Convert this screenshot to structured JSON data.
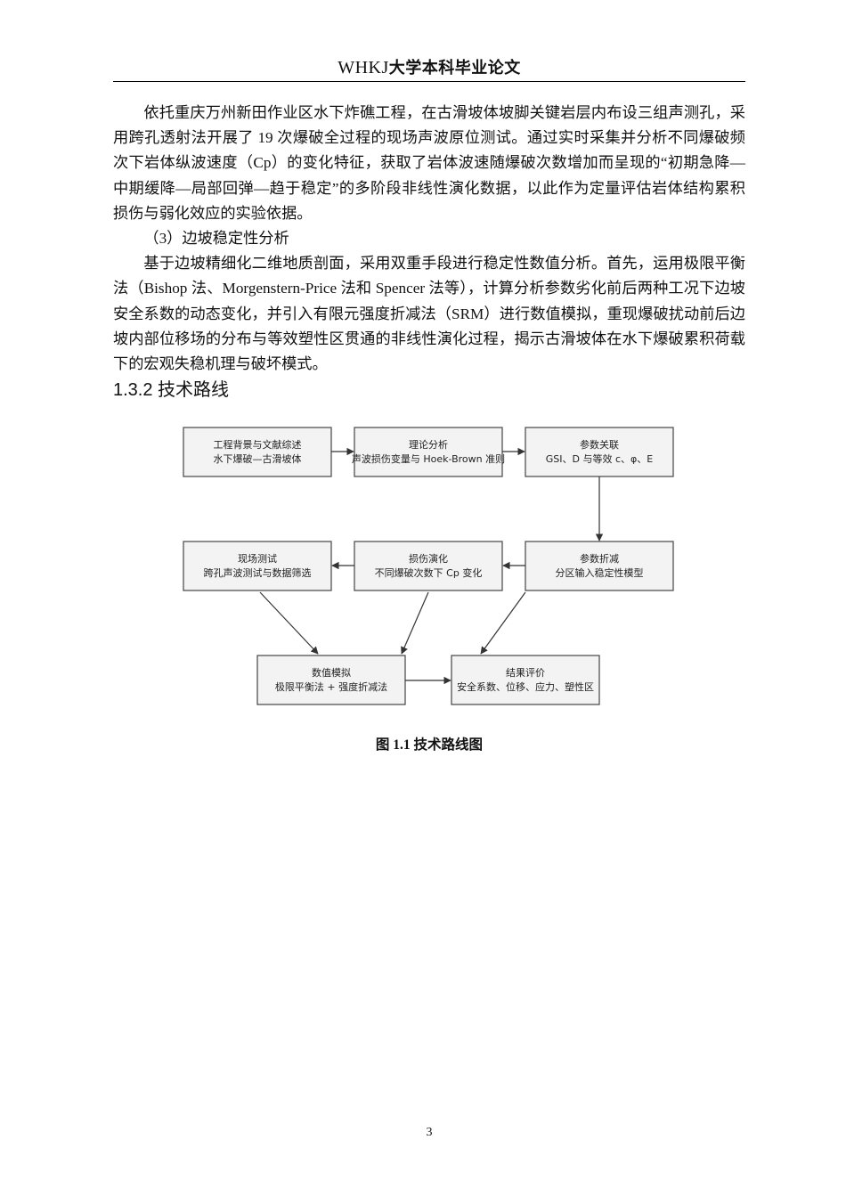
{
  "header": {
    "title_latin": "WHKJ",
    "title_cn": "大学本科毕业论文"
  },
  "body": {
    "para1": "依托重庆万州新田作业区水下炸礁工程，在古滑坡体坡脚关键岩层内布设三组声测孔，采用跨孔透射法开展了 19 次爆破全过程的现场声波原位测试。通过实时采集并分析不同爆破频次下岩体纵波速度（Cp）的变化特征，获取了岩体波速随爆破次数增加而呈现的“初期急降—中期缓降—局部回弹—趋于稳定”的多阶段非线性演化数据，以此作为定量评估岩体结构累积损伤与弱化效应的实验依据。",
    "sub3": "（3）边坡稳定性分析",
    "para2": "基于边坡精细化二维地质剖面，采用双重手段进行稳定性数值分析。首先，运用极限平衡法（Bishop 法、Morgenstern-Price 法和 Spencer 法等），计算分析参数劣化前后两种工况下边坡安全系数的动态变化，并引入有限元强度折减法（SRM）进行数值模拟，重现爆破扰动前后边坡内部位移场的分布与等效塑性区贯通的非线性演化过程，揭示古滑坡体在水下爆破累积荷载下的宏观失稳机理与破坏模式。",
    "section_title": "1.3.2 技术路线"
  },
  "flowchart": {
    "boxes": [
      {
        "line1": "工程背景与文献综述",
        "line2": "水下爆破—古滑坡体"
      },
      {
        "line1": "理论分析",
        "line2": "声波损伤变量与 Hoek-Brown 准则"
      },
      {
        "line1": "参数关联",
        "line2": "GSI、D 与等效 c、φ、E"
      },
      {
        "line1": "现场测试",
        "line2": "跨孔声波测试与数据筛选"
      },
      {
        "line1": "损伤演化",
        "line2": "不同爆破次数下 Cp 变化"
      },
      {
        "line1": "参数折减",
        "line2": "分区输入稳定性模型"
      },
      {
        "line1": "数值模拟",
        "line2": "极限平衡法 + 强度折减法"
      },
      {
        "line1": "结果评价",
        "line2": "安全系数、位移、应力、塑性区"
      }
    ]
  },
  "caption": "图 1.1 技术路线图",
  "page_number": "3"
}
